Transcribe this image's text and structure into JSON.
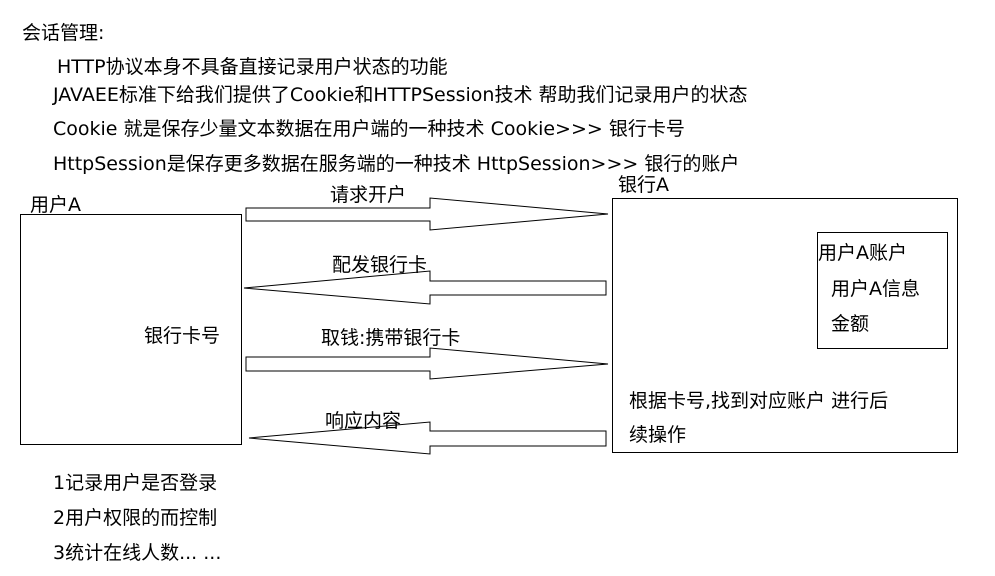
{
  "header": {
    "title": "会话管理:",
    "lines": [
      "HTTP协议本身不具备直接记录用户状态的功能",
      "JAVAEE标准下给我们提供了Cookie和HTTPSession技术 帮助我们记录用户的状态",
      "Cookie 就是保存少量文本数据在用户端的一种技术   Cookie>>> 银行卡号",
      "HttpSession是保存更多数据在服务端的一种技术 HttpSession>>> 银行的账户"
    ]
  },
  "diagram": {
    "user": {
      "title": "用户A",
      "content": "银行卡号"
    },
    "bank": {
      "title": "银行A",
      "account": {
        "title": "用户A账户",
        "info": "用户A信息",
        "amount": "金额"
      },
      "note_line1": "根据卡号,找到对应账户 进行后",
      "note_line2": "续操作"
    },
    "arrows": [
      {
        "label": "请求开户",
        "direction": "right"
      },
      {
        "label": "配发银行卡",
        "direction": "left"
      },
      {
        "label": "取钱:携带银行卡",
        "direction": "right"
      },
      {
        "label": "响应内容",
        "direction": "left"
      }
    ]
  },
  "footer": {
    "items": [
      "1记录用户是否登录",
      "2用户权限的而控制",
      "3统计在线人数... ..."
    ]
  }
}
